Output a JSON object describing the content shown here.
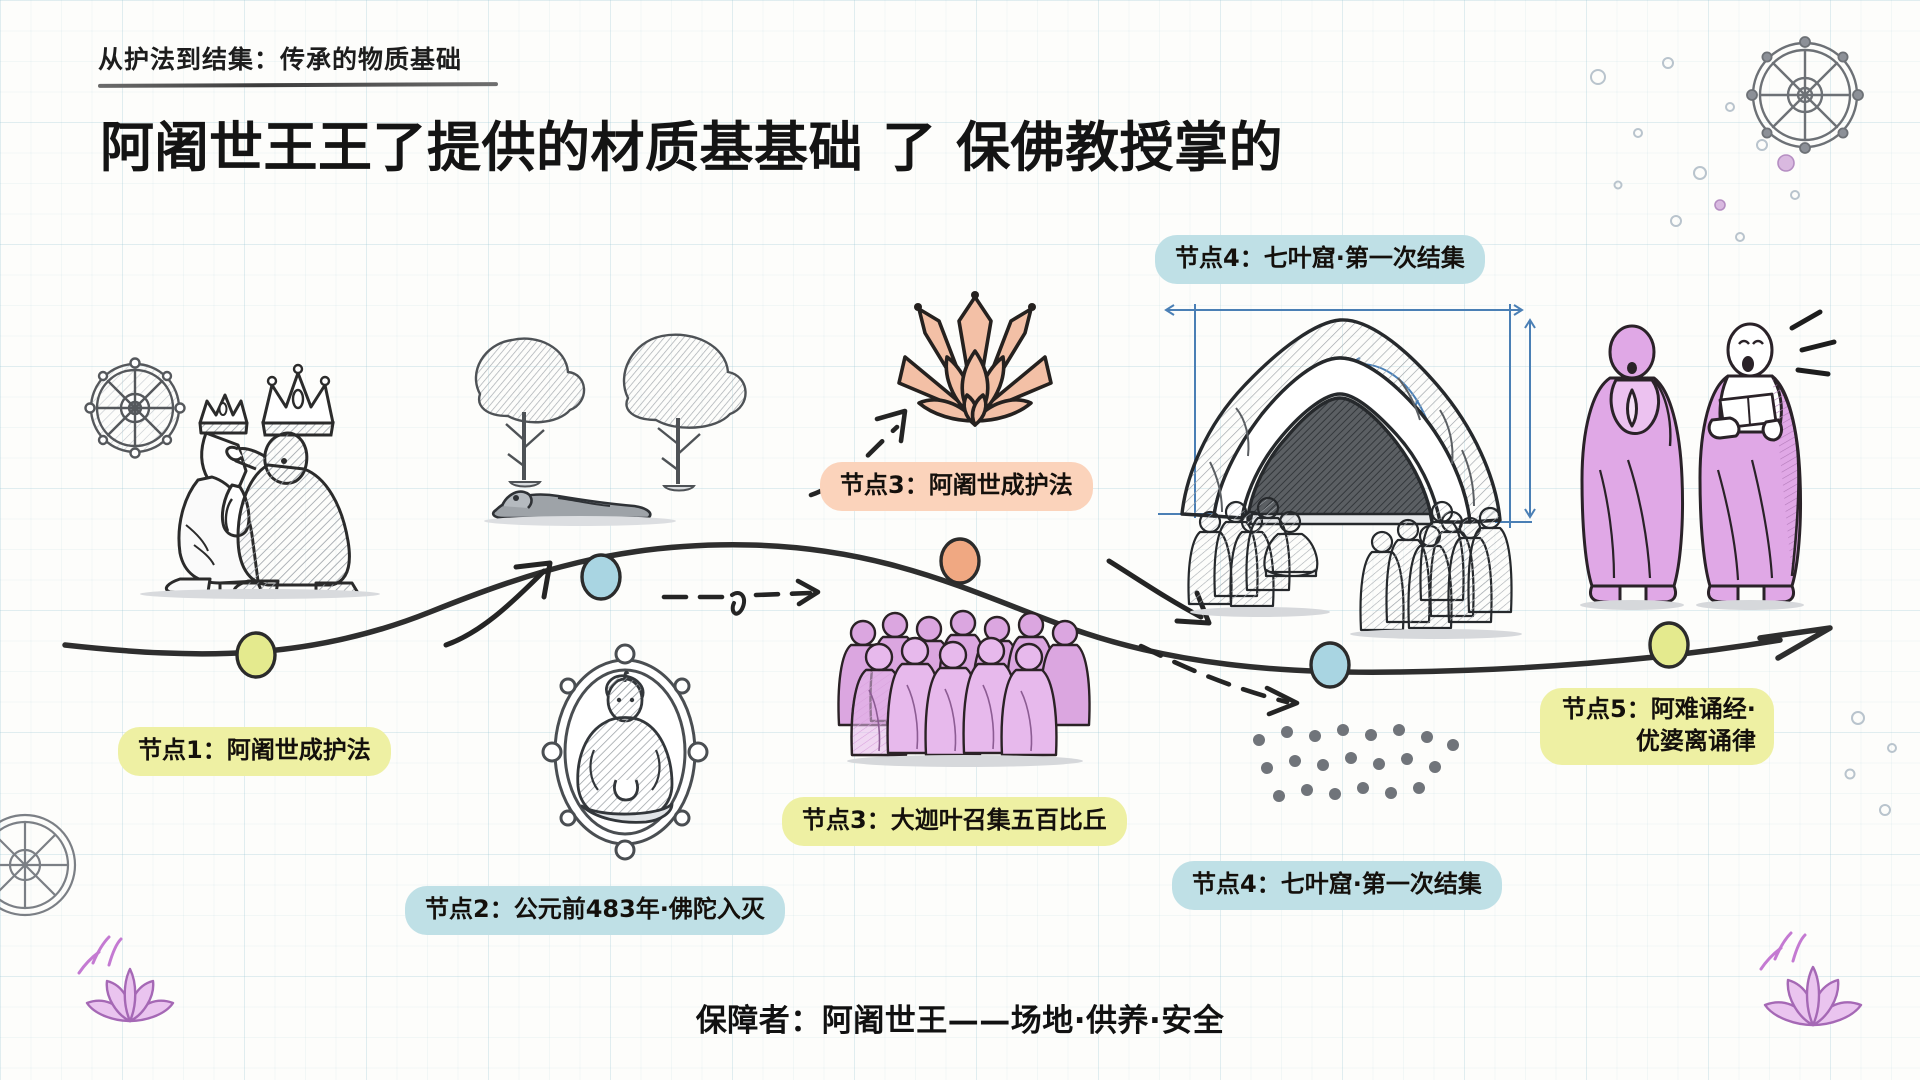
{
  "header": {
    "eyebrow": "从护法到结集：传承的物质基础",
    "title": "阿阇世王王了提供的材质基基础 了 保佛教授掌的"
  },
  "labels": {
    "node1": "节点1：阿阇世成护法",
    "node2": "节点2：公元前483年·佛陀入灭",
    "node3_top": "节点3：阿阇世成护法",
    "node3_bottom": "节点3：大迦叶召集五百比丘",
    "node4_top": "节点4：七叶窟·第一次结集",
    "node4_bottom": "节点4：七叶窟·第一次结集",
    "node5_line1": "节点5：阿难诵经·",
    "node5_line2": "优婆离诵律"
  },
  "footer": {
    "caption": "保障者：阿阇世王——场地·供养·安全"
  },
  "colors": {
    "yellow_highlight": "#eef0a3",
    "blue_highlight": "#bfe0e6",
    "peach_highlight": "#fbd3bb",
    "node_yellow": "#e4ea8e",
    "node_blue": "#a9d5e2",
    "node_orange": "#f0a882",
    "robe_pink": "#e8b3e8",
    "lotus_peach": "#f3c0a6",
    "pencil_gray": "#55585c",
    "ink_black": "#1d1d1d",
    "blueprint_blue": "#4a7fb5",
    "grid_line": "#96c3d2"
  },
  "illustrations": {
    "coronation": "king-coronation-sketch",
    "dharma_wheel_top_left": "dharma-wheel-icon",
    "crown": "crown-icon",
    "sal_trees": "sal-trees-parinirvana-sketch",
    "buddha_medallion": "buddha-in-wheel-medallion",
    "lotus": "lotus-flower-icon",
    "monk_assembly": "monk-assembly-pink",
    "seven_leaf_cave": "seven-leaf-cave-blueprint",
    "reciting_monks": "ananda-upali-reciting-monks",
    "dharma_wheel_top_right": "dharma-wheel-icon",
    "dharma_wheel_bottom_left": "dharma-wheel-icon",
    "lotus_decor_bottom_left": "lotus-decor-icon",
    "lotus_decor_bottom_right": "lotus-decor-icon",
    "dot_cluster": "dot-cluster-decor"
  },
  "timeline": {
    "nodes": [
      {
        "name": "node-dot-1",
        "color": "#e4ea8e"
      },
      {
        "name": "node-dot-2",
        "color": "#a9d5e2"
      },
      {
        "name": "node-dot-3",
        "color": "#f0a882"
      },
      {
        "name": "node-dot-4",
        "color": "#a9d5e2"
      },
      {
        "name": "node-dot-5",
        "color": "#e4ea8e"
      }
    ]
  }
}
